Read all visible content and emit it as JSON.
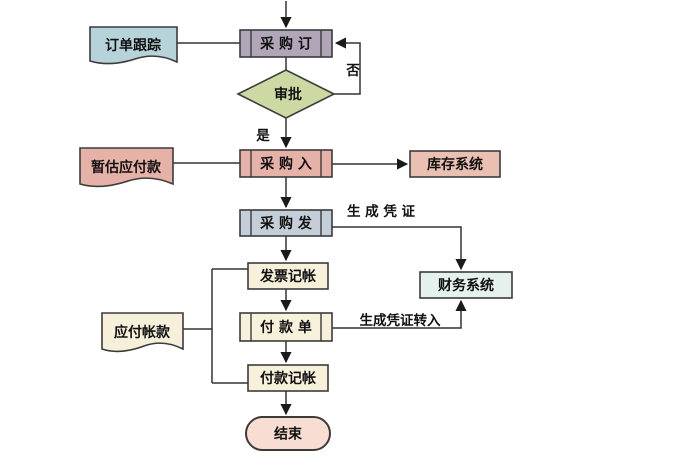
{
  "canvas": {
    "background": "#ffffff",
    "line_color": "#333333",
    "text_color": "#111111"
  },
  "nodes": {
    "purchase_order": {
      "label": "采 购 订",
      "fill": "#b1a6b7",
      "shape": "predefined-process"
    },
    "order_tracking": {
      "label": "订单跟踪",
      "fill": "#b7d3da",
      "shape": "document"
    },
    "approval": {
      "label": "审批",
      "fill": "#cdd9a2",
      "shape": "decision"
    },
    "purchase_in": {
      "label": "采 购 入",
      "fill": "#e6b2a7",
      "shape": "predefined-process"
    },
    "estimated_payable": {
      "label": "暂估应付款",
      "fill": "#e6b2a7",
      "shape": "document"
    },
    "inventory_system": {
      "label": "库存系统",
      "fill": "#eac0b3",
      "shape": "rectangle"
    },
    "purchase_issue": {
      "label": "采 购 发",
      "fill": "#c4ced8",
      "shape": "predefined-process"
    },
    "invoice_posting": {
      "label": "发票记帐",
      "fill": "#f7f0da",
      "shape": "rectangle"
    },
    "finance_system": {
      "label": "财务系统",
      "fill": "#e4f1ec",
      "shape": "rectangle"
    },
    "payment_slip": {
      "label": "付 款 单",
      "fill": "#f7f0da",
      "shape": "predefined-process"
    },
    "accounts_payable": {
      "label": "应付帐款",
      "fill": "#f6efd9",
      "shape": "document"
    },
    "payment_posting": {
      "label": "付款记帐",
      "fill": "#f7f0da",
      "shape": "rectangle"
    },
    "end": {
      "label": "结束",
      "fill": "#f7ddd2",
      "shape": "terminator"
    }
  },
  "edge_labels": {
    "no": "否",
    "yes": "是",
    "generate_voucher": "生 成 凭 证",
    "generate_voucher_transfer": "生成凭证转入"
  }
}
